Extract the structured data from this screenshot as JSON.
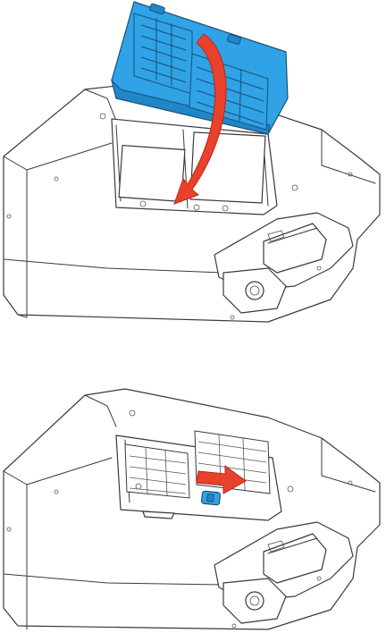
{
  "figure": {
    "steps": [
      {
        "name": "attach-filter-cover",
        "arrow": "curved-down",
        "part_color": "#2fa3e6"
      },
      {
        "name": "slide-cover-latch",
        "arrow": "straight-right",
        "part_color": "#2fa3e6"
      }
    ],
    "colors": {
      "outline": "#3a3a3a",
      "cover_blue": "#2fa3e6",
      "arrow_red": "#e8412c",
      "background": "#ffffff"
    },
    "icons": [
      "projector-body",
      "air-filter-cover",
      "latch-slider",
      "curved-arrow",
      "straight-arrow"
    ]
  }
}
